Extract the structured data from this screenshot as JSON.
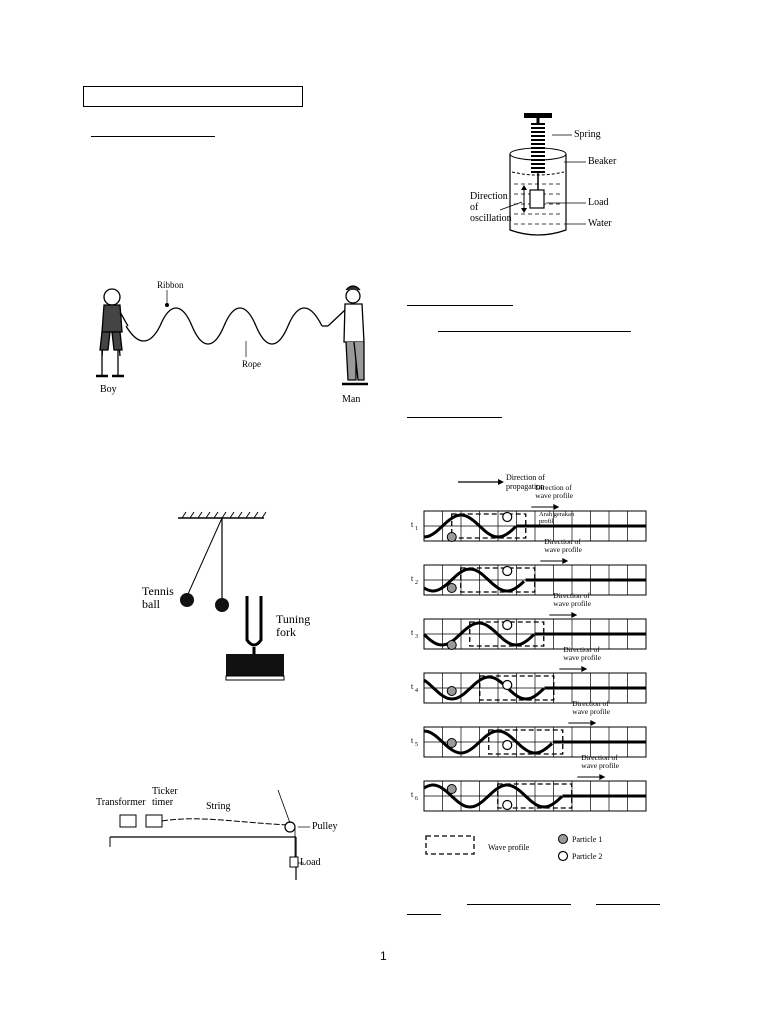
{
  "page": {
    "number": "1"
  },
  "spring_beaker": {
    "labels": {
      "spring": "Spring",
      "beaker": "Beaker",
      "load": "Load",
      "water": "Water"
    },
    "direction_lines": [
      "Direction",
      "of",
      "oscillation"
    ]
  },
  "rope": {
    "labels": {
      "ribbon": "Ribbon",
      "rope": "Rope",
      "boy": "Boy",
      "man": "Man"
    }
  },
  "pendulum": {
    "labels": {
      "tennis_ball": [
        "Tennis",
        "ball"
      ],
      "tuning_fork": [
        "Tuning",
        "fork"
      ]
    }
  },
  "ticker": {
    "labels": {
      "ticker_timer": [
        "Ticker",
        "timer"
      ],
      "transformer": "Transformer",
      "string": "String",
      "pulley": "Pulley",
      "load": "Load"
    }
  },
  "wave_profile": {
    "propagation_label": [
      "Direction of",
      "propagation"
    ],
    "profile_label": [
      "Direction of",
      "wave profile"
    ],
    "overlay_text": [
      "Arah gerakan",
      "profil"
    ],
    "rows": [
      "t",
      "t",
      "t",
      "t",
      "t",
      "t"
    ],
    "row_subs": [
      "1",
      "2",
      "3",
      "4",
      "5",
      "6"
    ],
    "legend": {
      "wave_profile": "Wave profile",
      "particle1": "Particle 1",
      "particle2": "Particle 2"
    }
  },
  "colors": {
    "ink": "#000000",
    "particle_fill": "#9a9a9a",
    "gray": "#555555"
  }
}
